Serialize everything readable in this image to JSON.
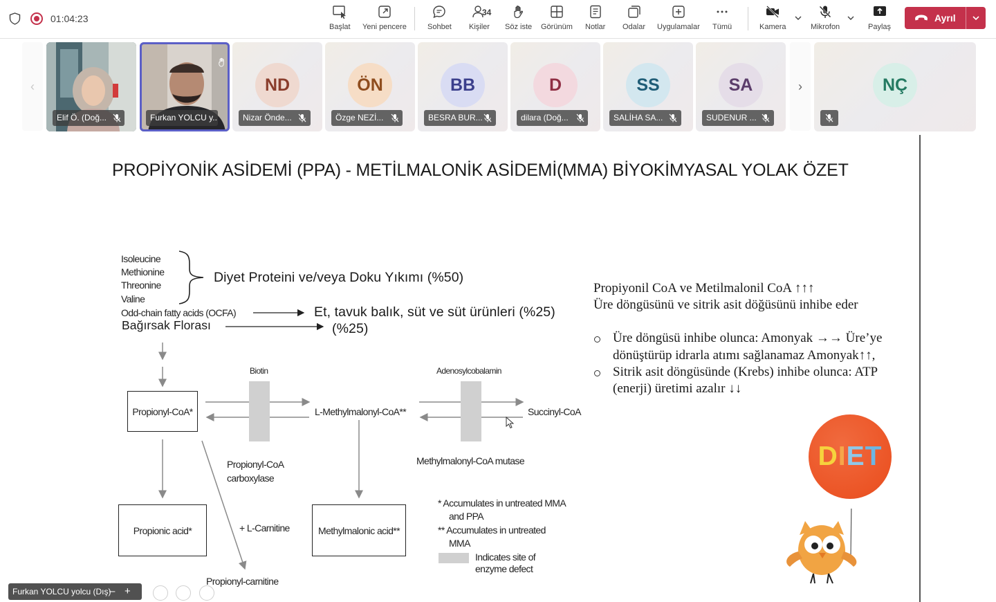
{
  "call": {
    "timer": "01:04:23",
    "participant_count": "34"
  },
  "toolbar": {
    "start": "Başlat",
    "new_window": "Yeni pencere",
    "chat": "Sohbet",
    "people": "Kişiler",
    "raise_hand": "Söz iste",
    "view": "Görünüm",
    "notes": "Notlar",
    "rooms": "Odalar",
    "apps": "Uygulamalar",
    "more": "Tümü",
    "camera": "Kamera",
    "mic": "Mikrofon",
    "share": "Paylaş",
    "leave": "Ayrıl"
  },
  "participants": [
    {
      "name": "Elif Ö. (Doğ..."
    },
    {
      "name": "Furkan YOLCU y..."
    },
    {
      "name": "Nizar Önde...",
      "initials": "ND",
      "circle": "#efd9d0",
      "fg": "#8a3d2c"
    },
    {
      "name": "Özge NEZİ...",
      "initials": "ÖN",
      "circle": "#f6ddc6",
      "fg": "#8f4d1e"
    },
    {
      "name": "BESRA BUR...",
      "initials": "BB",
      "circle": "#d9dcf3",
      "fg": "#3b3f8c"
    },
    {
      "name": "dilara (Doğ...",
      "initials": "D",
      "circle": "#f3d9df",
      "fg": "#8f2d43"
    },
    {
      "name": "SALİHA SA...",
      "initials": "SS",
      "circle": "#d3e7ef",
      "fg": "#1f5d77"
    },
    {
      "name": "SUDENUR ...",
      "initials": "SA",
      "circle": "#e5dde8",
      "fg": "#5c3d6b"
    },
    {
      "name": "",
      "initials": "NÇ",
      "circle": "#d8efe8",
      "fg": "#247a62"
    }
  ],
  "slide": {
    "title": "PROPİYONİK ASİDEMİ (PPA) - METİLMALONİK ASİDEMİ(MMA) BİYOKİMYASAL YOLAK ÖZET",
    "amino_acids": [
      "Isoleucine",
      "Methionine",
      "Threonine",
      "Valine"
    ],
    "diet_protein": "Diyet Proteini ve/veya Doku Yıkımı (%50)",
    "ocfa": "Odd-chain fatty acids (OCFA)",
    "ocfa_source": "Et, tavuk balık, süt ve süt ürünleri (%25)",
    "gut_flora": "Bağırsak Florası",
    "gut_flora_pct": "(%25)",
    "biotin": "Biotin",
    "adenosylcobalamin": "Adenosylcobalamin",
    "propionyl_coa": "Propionyl-CoA*",
    "l_methylmalonyl_coa": "L-Methylmalonyl-CoA**",
    "succinyl_coa": "Succinyl-CoA",
    "propionyl_coa_carboxylase_1": "Propionyl-CoA",
    "propionyl_coa_carboxylase_2": "carboxylase",
    "mutase": "Methylmalonyl-CoA mutase",
    "propionic_acid": "Propionic acid*",
    "l_carnitine": "+ L-Carnitine",
    "methylmalonic_acid": "Methylmalonic acid**",
    "propionyl_carnitine": "Propionyl-carnitine",
    "legend_1a": "* Accumulates in untreated MMA",
    "legend_1b": "and PPA",
    "legend_2a": "** Accumulates in untreated",
    "legend_2b": "MMA",
    "legend_3a": "Indicates site of",
    "legend_3b": "enzyme defect",
    "right_line_1": "Propiyonil CoA ve Metilmalonil CoA ↑↑↑",
    "right_line_2": "Üre döngüsünü ve sitrik asit döğüsünü inhibe eder",
    "bullet_1a": "Üre döngüsü inhibe olunca: Amonyak →→ Üre’ye",
    "bullet_1b": "dönüştürüp idrarla atımı sağlanamaz Amonyak↑↑,",
    "bullet_2a": "Sitrik asit döngüsünde (Krebs) inhibe olunca:  ATP",
    "bullet_2b": "(enerji) üretimi azalır ↓↓",
    "diet_d": "D",
    "diet_i": "I",
    "diet_e": "E",
    "diet_t": "T"
  },
  "presenter": {
    "label": "Furkan YOLCU yolcu (Dış)"
  },
  "colors": {
    "leave": "#c4314b",
    "active_speaker": "#5b5fc7",
    "defect": "#d0d0d0"
  }
}
